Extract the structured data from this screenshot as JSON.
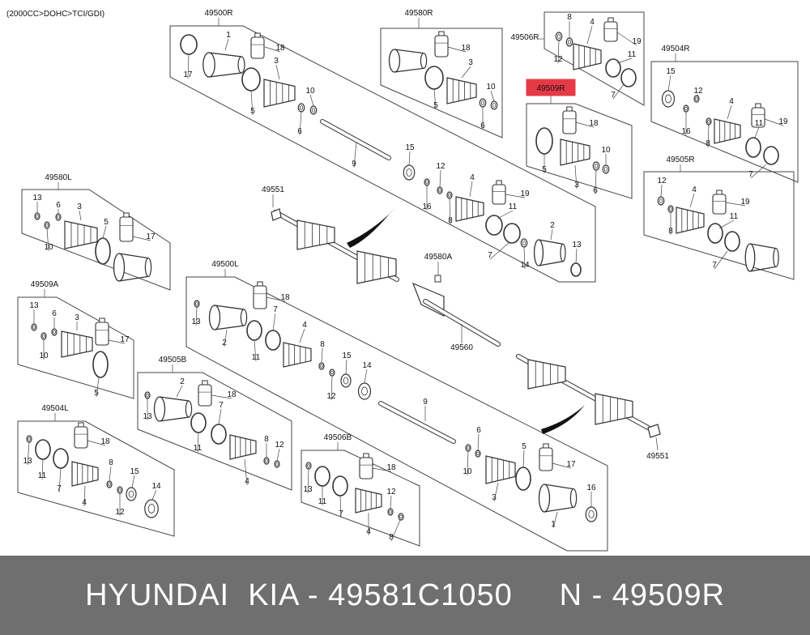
{
  "header": {
    "spec": "(2000CC>DOHC>TCI/GDI)"
  },
  "highlight_color": "#e63946",
  "groups": {
    "g49500R": "49500R",
    "g49580R": "49580R",
    "g49506R": "49506R",
    "g49504R": "49504R",
    "g49509R": "49509R",
    "g49505R": "49505R",
    "g49580L": "49580L",
    "g49509A": "49509A",
    "g49500L": "49500L",
    "g49505B": "49505B",
    "g49504L": "49504L",
    "g49506B": "49506B",
    "g49551a": "49551",
    "g49551b": "49551",
    "g49580A": "49580A",
    "g49560": "49560"
  },
  "parts": {
    "n1": "1",
    "n2": "2",
    "n3": "3",
    "n4": "4",
    "n5": "5",
    "n6": "6",
    "n7": "7",
    "n8": "8",
    "n9": "9",
    "n10": "10",
    "n11": "11",
    "n12": "12",
    "n13": "13",
    "n14": "14",
    "n15": "15",
    "n16": "16",
    "n17": "17",
    "n18": "18",
    "n19": "19"
  },
  "footer": {
    "text": "HYUNDAI  KIA - 49581C1050     N - 49509R"
  }
}
